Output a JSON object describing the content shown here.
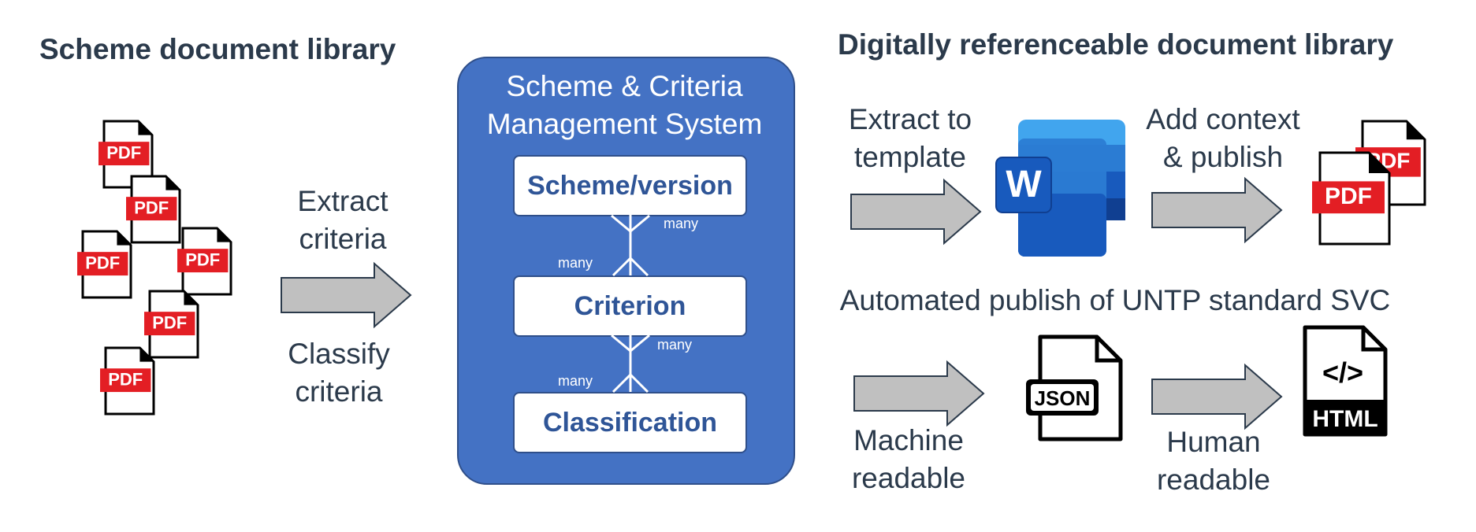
{
  "left": {
    "heading": "Scheme document library",
    "pdf_label": "PDF",
    "arrow_top_label": "Extract\ncriteria",
    "arrow_bottom_label": "Classify\ncriteria"
  },
  "system": {
    "title": "Scheme & Criteria\nManagement System",
    "entities": [
      "Scheme/version",
      "Criterion",
      "Classification"
    ],
    "relation_label": "many"
  },
  "right": {
    "heading": "Digitally referenceable document library",
    "extract_label": "Extract to\ntemplate",
    "publish_label": "Add context\n& publish",
    "word_icon_letter": "W",
    "pdf_label": "PDF",
    "automated_label": "Automated publish of UNTP standard SVC",
    "machine_label": "Machine\nreadable",
    "json_label": "JSON",
    "human_label": "Human\nreadable",
    "html_label": "HTML",
    "html_tag": "</>"
  },
  "colors": {
    "heading": "#2b3a4b",
    "system_fill": "#4472c4",
    "entity_text": "#2f5597",
    "arrow_fill": "#c0c0c0",
    "arrow_stroke": "#2b3a4b",
    "pdf_red": "#e31e24"
  },
  "icons": [
    "pdf-icon",
    "word-icon",
    "json-file-icon",
    "html-file-icon",
    "right-arrow-icon"
  ]
}
